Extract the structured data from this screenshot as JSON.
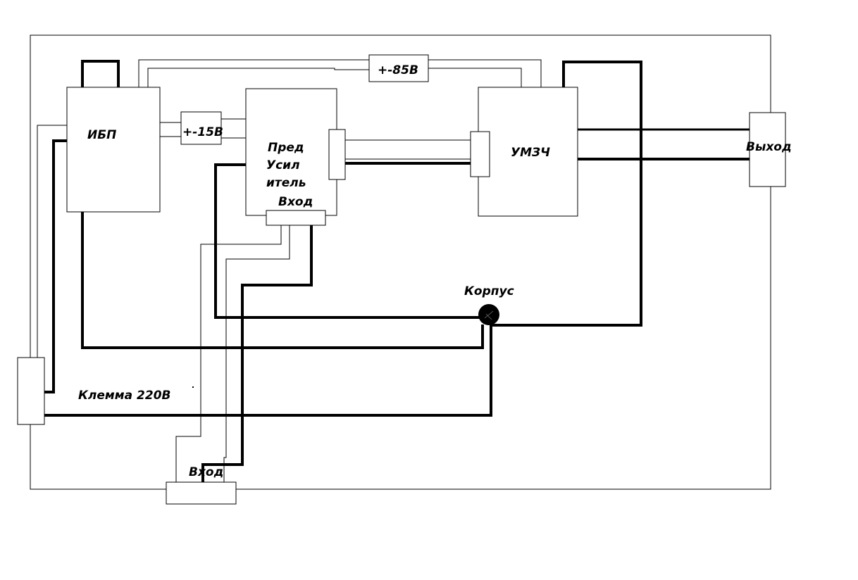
{
  "labels": {
    "psu": "ИБП",
    "psu_15v": "+-15В",
    "preamp_line1": "Пред",
    "preamp_line2": "Усил",
    "preamp_line3": "итель",
    "preamp_input": "Вход",
    "hv_85v": "+-85В",
    "amplifier": "УМЗЧ",
    "output": "Выход",
    "chassis": "Корпус",
    "terminal": "Клемма 220В",
    "input": "Вход"
  },
  "colors": {
    "line": "#000000",
    "background": "#ffffff"
  }
}
